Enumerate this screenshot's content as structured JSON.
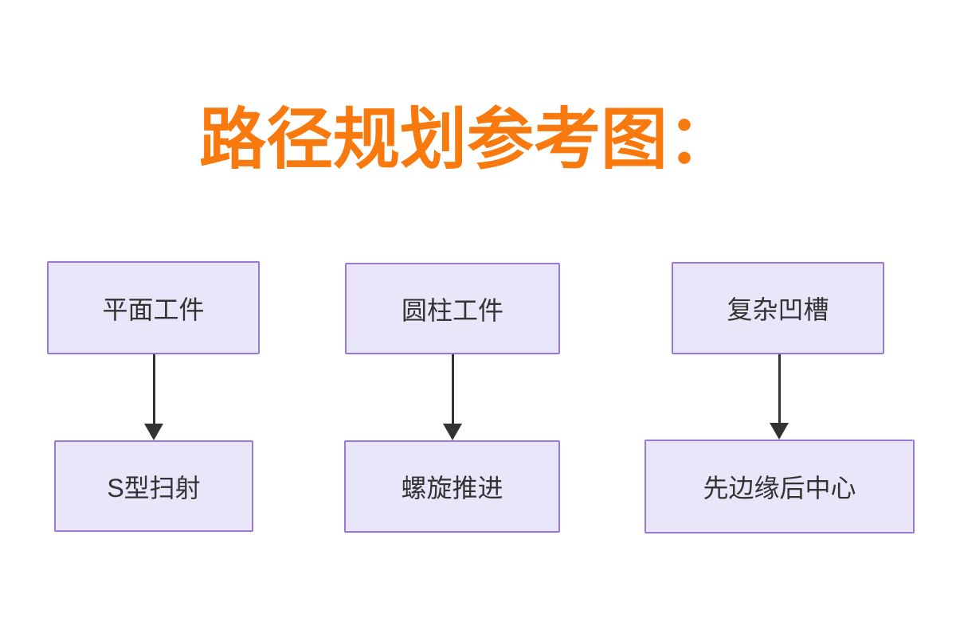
{
  "title": {
    "text": "路径规划参考图："
  },
  "colors": {
    "background": "#ffffff",
    "title_color": "#f8790d",
    "box_fill": "#eae6fa",
    "box_border": "#9878dc",
    "box_text": "#333333",
    "arrow": "#333333"
  },
  "diagram": {
    "columns": [
      {
        "top": "平面工件",
        "bottom": "S型扫射"
      },
      {
        "top": "圆柱工件",
        "bottom": "螺旋推进"
      },
      {
        "top": "复杂凹槽",
        "bottom": "先边缘后中心"
      }
    ]
  }
}
